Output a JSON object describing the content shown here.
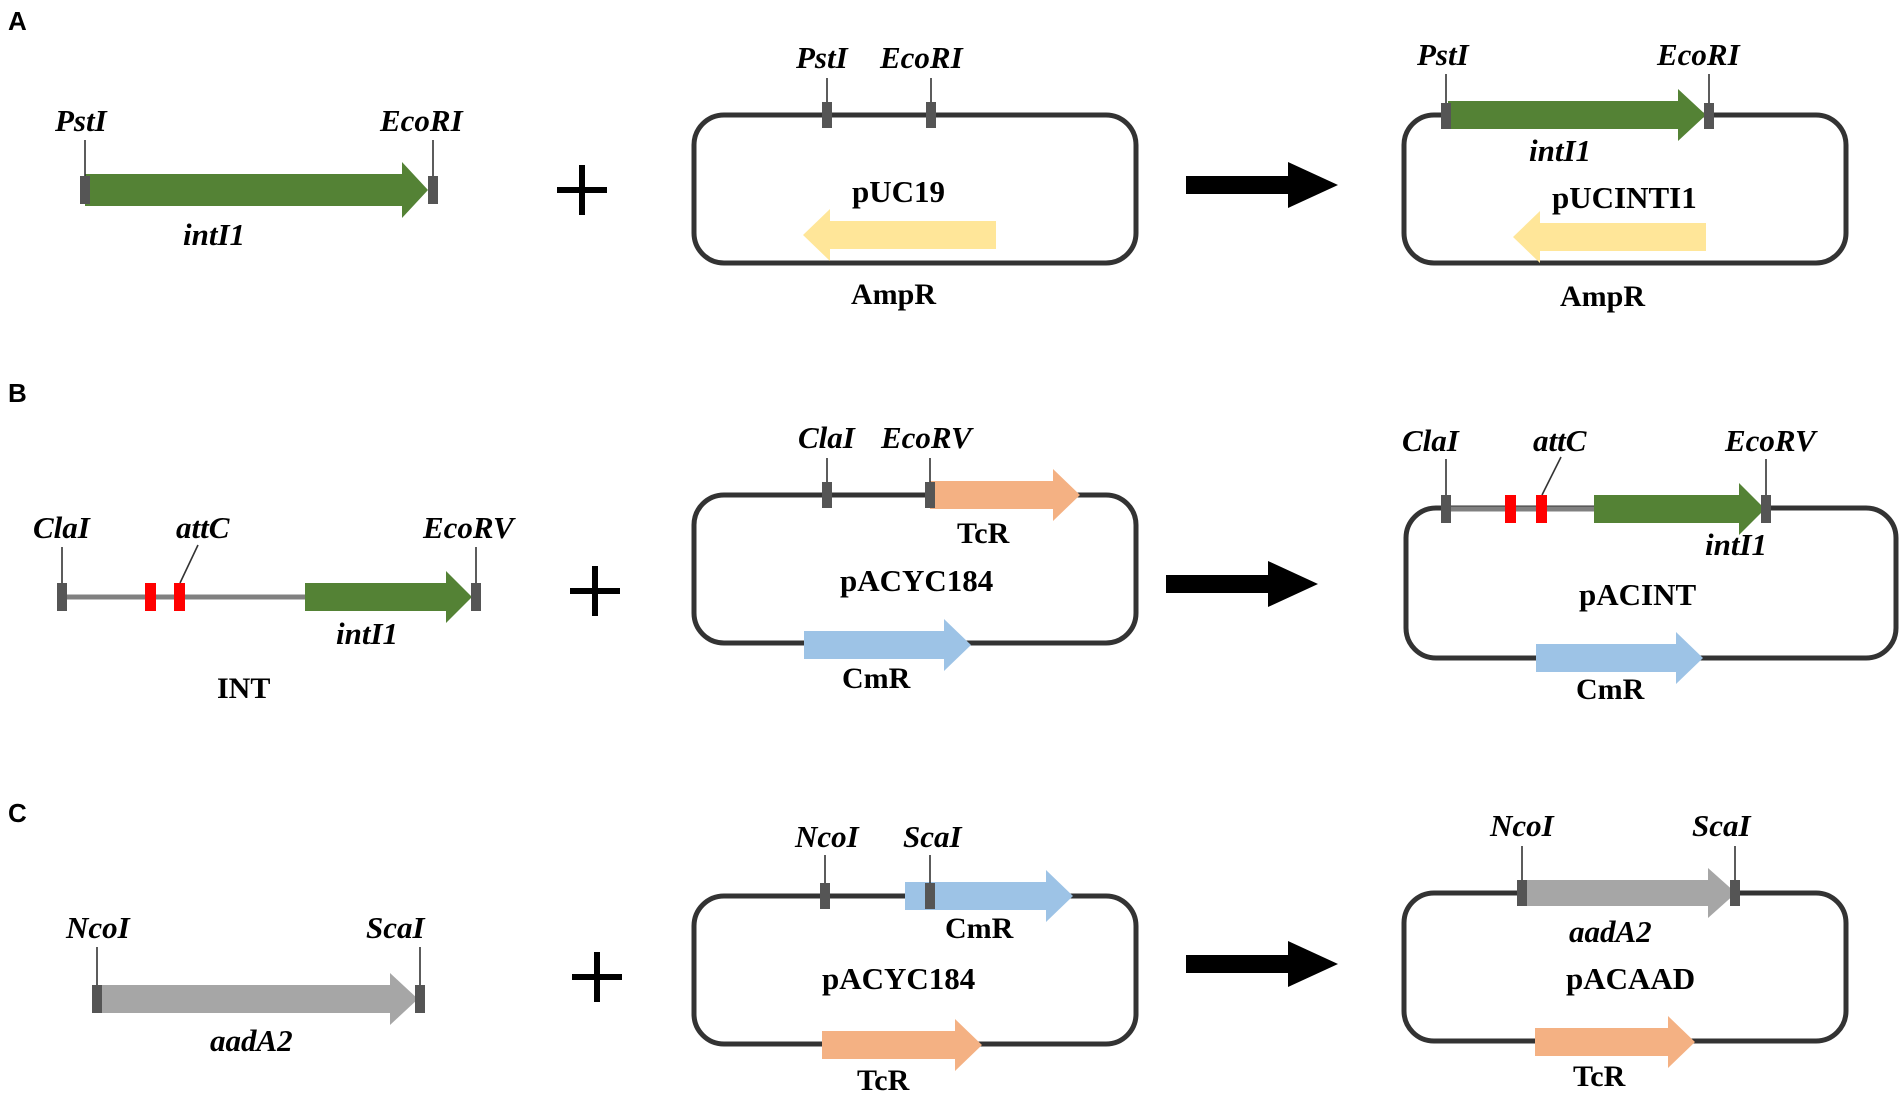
{
  "colors": {
    "intI1": "#548235",
    "aadA2": "#a6a6a6",
    "AmpR": "#ffe699",
    "TcR": "#f4b183",
    "CmR": "#9dc3e6",
    "attC": "#ff0000"
  },
  "panels": {
    "A": {
      "label": "A",
      "fragment": {
        "site_left": "PstI",
        "site_right": "EcoRI",
        "gene": "intI1"
      },
      "vector": {
        "name": "pUC19",
        "site_1": "PstI",
        "site_2": "EcoRI",
        "marker": "AmpR"
      },
      "product": {
        "name": "pUCINTI1",
        "site_1": "PstI",
        "site_2": "EcoRI",
        "gene": "intI1",
        "marker": "AmpR"
      }
    },
    "B": {
      "label": "B",
      "fragment": {
        "site_left": "ClaI",
        "feature": "attC",
        "site_right": "EcoRV",
        "gene": "intI1",
        "name": "INT"
      },
      "vector": {
        "name": "pACYC184",
        "site_1": "ClaI",
        "site_2": "EcoRV",
        "marker_top": "TcR",
        "marker_bottom": "CmR"
      },
      "product": {
        "name": "pACINT",
        "site_1": "ClaI",
        "feature": "attC",
        "site_2": "EcoRV",
        "gene": "intI1",
        "marker": "CmR"
      }
    },
    "C": {
      "label": "C",
      "fragment": {
        "site_left": "NcoI",
        "site_right": "ScaI",
        "gene": "aadA2"
      },
      "vector": {
        "name": "pACYC184",
        "site_1": "NcoI",
        "site_2": "ScaI",
        "marker_top": "CmR",
        "marker_bottom": "TcR"
      },
      "product": {
        "name": "pACAAD",
        "site_1": "NcoI",
        "site_2": "ScaI",
        "gene": "aadA2",
        "marker": "TcR"
      }
    }
  }
}
